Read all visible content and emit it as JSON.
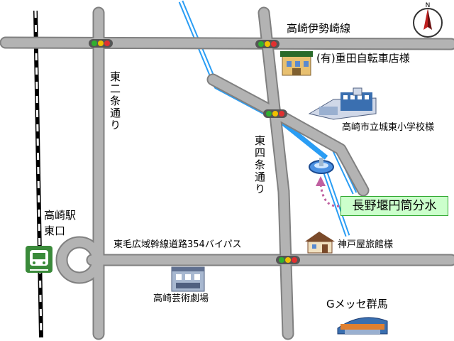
{
  "roads": {
    "takasaki_isesaki": "高崎伊勢崎線",
    "higashi_nijo": "東二条通り",
    "higashi_shijo": "東四条通り",
    "bypass": "東毛広域幹線道路354バイパス"
  },
  "station": {
    "name_line1": "高崎駅",
    "name_line2": "東口"
  },
  "landmarks": {
    "bicycle_shop": "(有)重田自転車店様",
    "school": "高崎市立城東小学校様",
    "inn": "神戸屋旅館様",
    "theater": "高崎芸術劇場",
    "gmesse": "Gメッセ群馬"
  },
  "target": {
    "label": "長野堰円筒分水",
    "marker_color": "#4a90e2"
  },
  "compass": {
    "north": "N"
  },
  "colors": {
    "road": "#b3b3b3",
    "road_edge": "#808080",
    "river": "#2a9df4",
    "rail": "#000000",
    "callout_bg": "#ccffcc",
    "signal_red": "#e03030",
    "signal_yellow": "#f0c000",
    "signal_green": "#30b030",
    "arrow": "#c060a0"
  },
  "icons": [
    "compass-icon",
    "train-icon",
    "traffic-signal-icon",
    "building-icon",
    "house-icon",
    "school-icon",
    "fountain-icon"
  ]
}
